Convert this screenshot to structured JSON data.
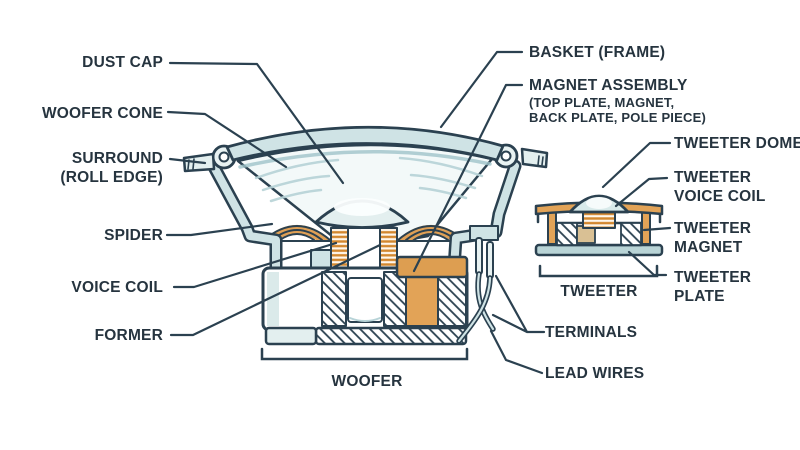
{
  "diagram": {
    "subject": "speaker-cutaway",
    "colors": {
      "outline": "#2b4150",
      "text": "#26343f",
      "light_blue": "#cfe3e5",
      "pale_blue": "#e8f2f2",
      "shade_blue": "#9fc3c9",
      "cone_fill": "#f3f9f9",
      "orange": "#e2a357",
      "orange_deep": "#dd9e51",
      "coil_orange": "#d2872f",
      "tan": "#d9c094",
      "plate_blue": "#b9d4d6"
    },
    "labels": {
      "dust_cap": "DUST CAP",
      "woofer_cone": "WOOFER CONE",
      "surround_line1": "SURROUND",
      "surround_line2": "(ROLL EDGE)",
      "spider": "SPIDER",
      "voice_coil": "VOICE COIL",
      "former": "FORMER",
      "woofer": "WOOFER",
      "basket": "BASKET (FRAME)",
      "magnet_line1": "MAGNET ASSEMBLY",
      "magnet_line2": "(TOP PLATE, MAGNET,",
      "magnet_line3": "BACK PLATE, POLE PIECE)",
      "tweeter_dome": "TWEETER DOME",
      "tweeter_voice_coil_line1": "TWEETER",
      "tweeter_voice_coil_line2": "VOICE COIL",
      "tweeter_magnet_line1": "TWEETER",
      "tweeter_magnet_line2": "MAGNET",
      "tweeter_plate_line1": "TWEETER",
      "tweeter_plate_line2": "PLATE",
      "tweeter": "TWEETER",
      "terminals": "TERMINALS",
      "lead_wires": "LEAD WIRES"
    }
  }
}
